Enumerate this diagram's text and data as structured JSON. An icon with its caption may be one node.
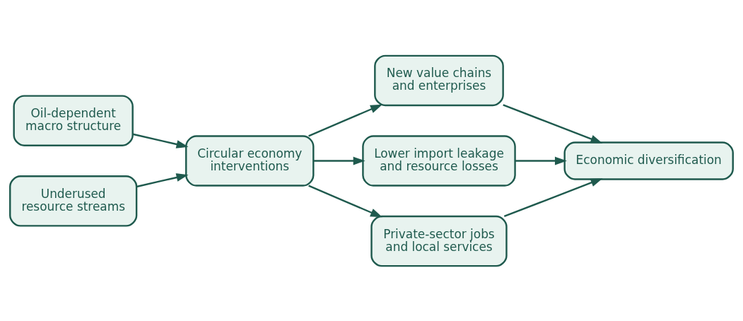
{
  "diagram": {
    "nodes": [
      {
        "text": [
          "Oil-dependent macro structure"
        ]
      },
      {
        "text": [
          "Underused resource streams"
        ]
      },
      {
        "text": [
          "Circular economy interventions"
        ]
      },
      {
        "text": [
          "New value chains and enterprises"
        ]
      },
      {
        "text": [
          "Lower import leakage and resource losses"
        ]
      },
      {
        "text": [
          "Private-sector jobs and local services"
        ]
      },
      {
        "text": [
          "Economic diversification"
        ]
      }
    ],
    "edges": [
      {
        "from": 0,
        "to": 2,
        "arrow": "to"
      },
      {
        "from": 1,
        "to": 2,
        "arrow": "to"
      },
      {
        "from": 2,
        "to": 3,
        "arrow": "to"
      },
      {
        "from": 2,
        "to": 4,
        "arrow": "to"
      },
      {
        "from": 2,
        "to": 5,
        "arrow": "to"
      },
      {
        "from": 3,
        "to": 6,
        "arrow": "to"
      },
      {
        "from": 4,
        "to": 6,
        "arrow": "to"
      },
      {
        "from": 5,
        "to": 6,
        "arrow": "to"
      }
    ]
  }
}
